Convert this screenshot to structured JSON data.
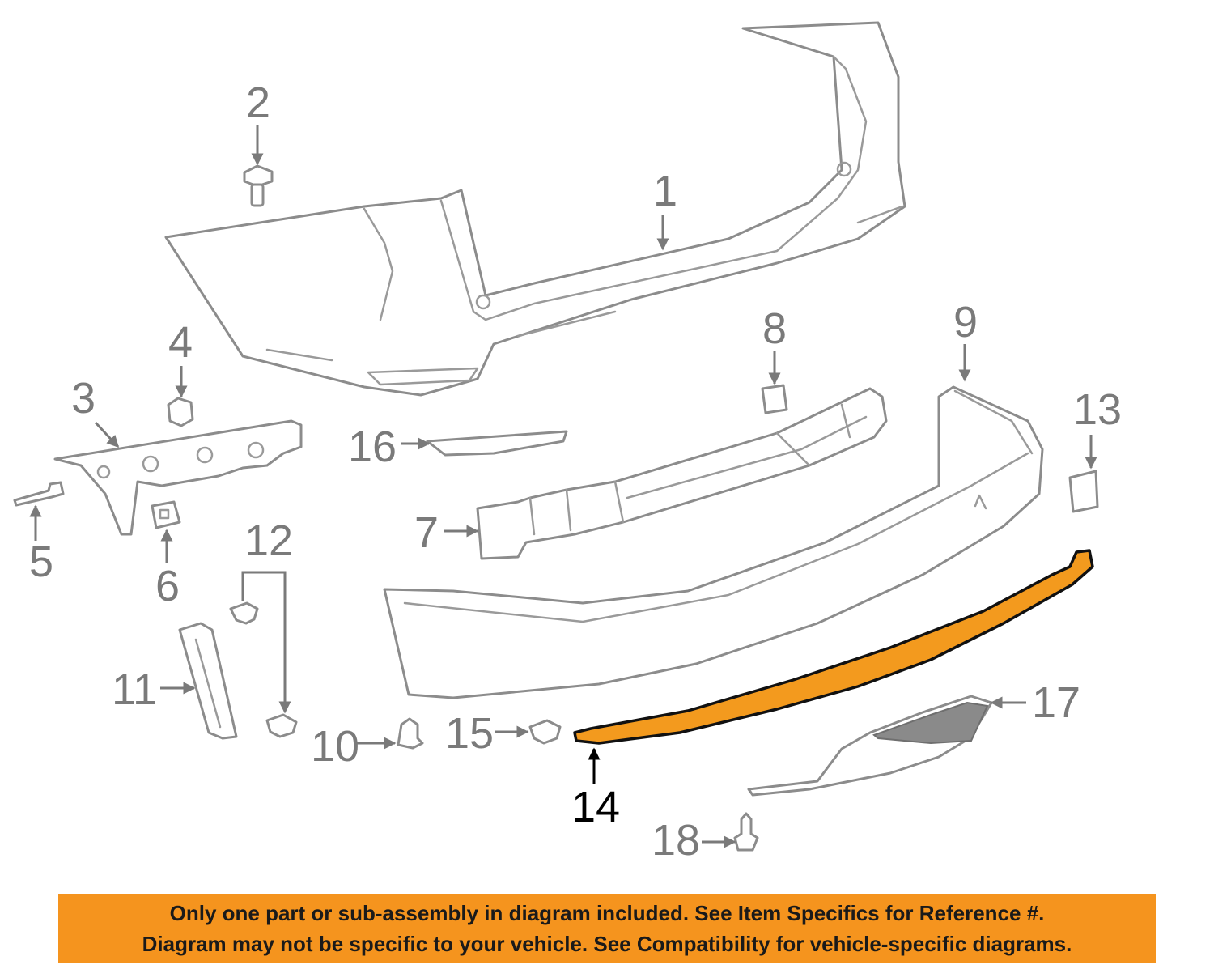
{
  "diagram": {
    "highlighted_part": "14",
    "highlight_color": "#f39a1e",
    "callouts": [
      {
        "id": "c1",
        "label": "1"
      },
      {
        "id": "c2",
        "label": "2"
      },
      {
        "id": "c3",
        "label": "3"
      },
      {
        "id": "c4",
        "label": "4"
      },
      {
        "id": "c5",
        "label": "5"
      },
      {
        "id": "c6",
        "label": "6"
      },
      {
        "id": "c7",
        "label": "7"
      },
      {
        "id": "c8",
        "label": "8"
      },
      {
        "id": "c9",
        "label": "9"
      },
      {
        "id": "c10",
        "label": "10"
      },
      {
        "id": "c11",
        "label": "11"
      },
      {
        "id": "c12",
        "label": "12"
      },
      {
        "id": "c13",
        "label": "13"
      },
      {
        "id": "c14",
        "label": "14"
      },
      {
        "id": "c15",
        "label": "15"
      },
      {
        "id": "c16",
        "label": "16"
      },
      {
        "id": "c17",
        "label": "17"
      },
      {
        "id": "c18",
        "label": "18"
      }
    ]
  },
  "notice": {
    "background_color": "#f5941e",
    "line1": "Only one part or sub-assembly in diagram included. See Item Specifics for Reference #.",
    "line2": "Diagram may not be specific to your vehicle. See Compatibility for vehicle-specific diagrams."
  }
}
